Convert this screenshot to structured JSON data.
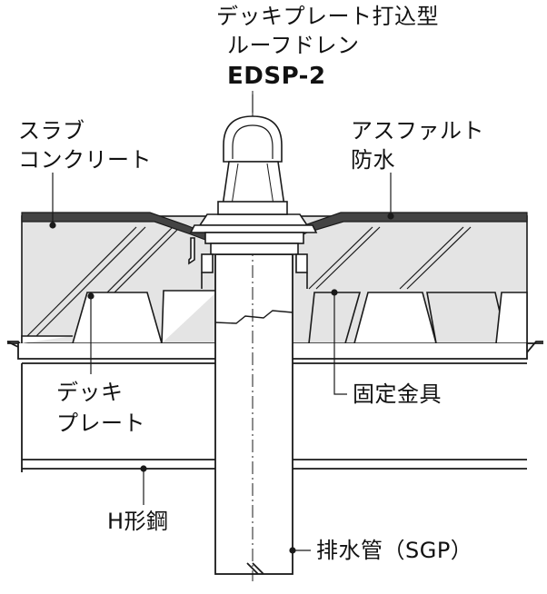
{
  "product": {
    "line1": "デッキプレート打込型",
    "line2": "ルーフドレン",
    "model": "EDSP-2"
  },
  "labels": {
    "slab_line1": "スラブ",
    "slab_line2": "コンクリート",
    "waterproof_line1": "アスファルト",
    "waterproof_line2": "防水",
    "deck_line1": "デッキ",
    "deck_line2": "プレート",
    "fixing": "固定金具",
    "hbeam": "H形鋼",
    "pipe": "排水管（SGP）"
  },
  "colors": {
    "concrete": "#e4e4e4",
    "membrane": "#444444",
    "line": "#1a1a1a",
    "background": "#ffffff"
  }
}
